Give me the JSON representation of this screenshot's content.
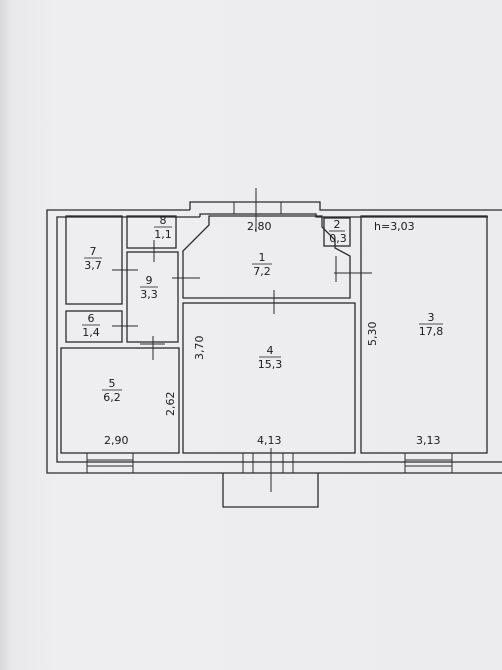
{
  "plan": {
    "ceiling_height": "h=3,03",
    "rooms": [
      {
        "id": "room-1",
        "number": "1",
        "area": "7,2"
      },
      {
        "id": "room-2",
        "number": "2",
        "area": "0,3"
      },
      {
        "id": "room-3",
        "number": "3",
        "area": "17,8"
      },
      {
        "id": "room-4",
        "number": "4",
        "area": "15,3"
      },
      {
        "id": "room-5",
        "number": "5",
        "area": "6,2"
      },
      {
        "id": "room-6",
        "number": "6",
        "area": "1,4"
      },
      {
        "id": "room-7",
        "number": "7",
        "area": "3,7"
      },
      {
        "id": "room-8",
        "number": "8",
        "area": "1,1"
      },
      {
        "id": "room-9",
        "number": "9",
        "area": "3,3"
      }
    ],
    "dimensions": {
      "top_corridor": "2,80",
      "room4_height": "3,70",
      "room3_height": "5,30",
      "room5_height": "2,62",
      "room5_width": "2,90",
      "room4_width": "4,13",
      "room3_width": "3,13"
    }
  }
}
